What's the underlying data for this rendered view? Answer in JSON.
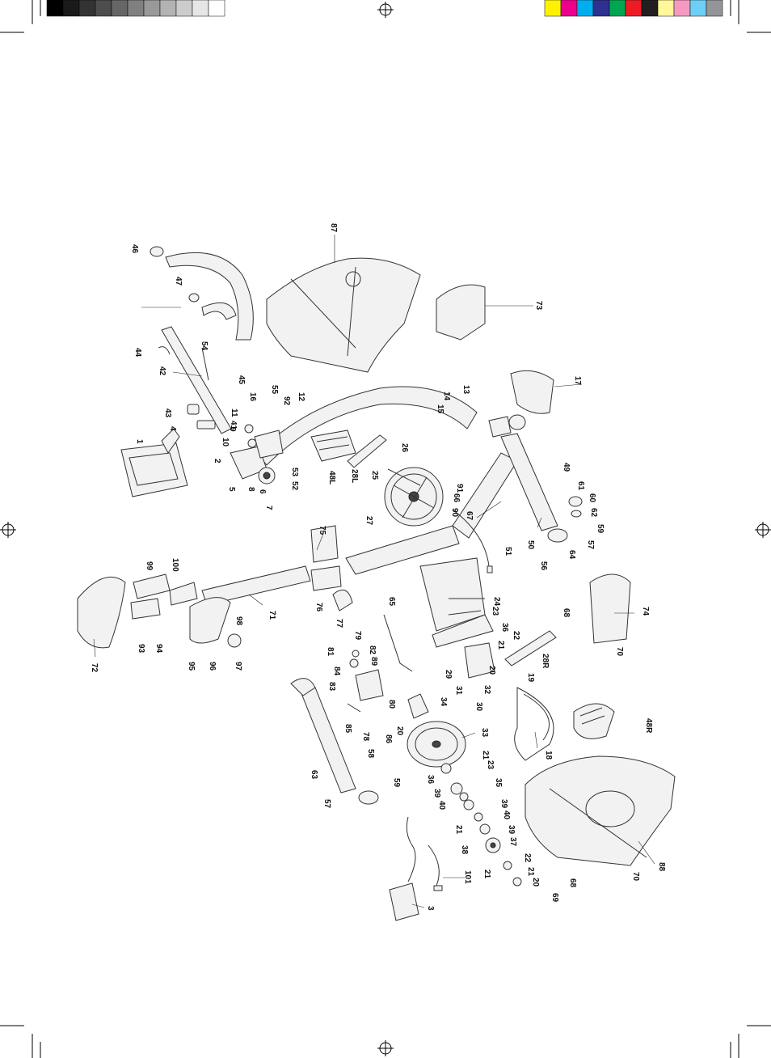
{
  "color_bar_left": [
    "#000000",
    "#1a1a1a",
    "#333333",
    "#4d4d4d",
    "#666666",
    "#808080",
    "#999999",
    "#b3b3b3",
    "#cccccc",
    "#e6e6e6",
    "#ffffff"
  ],
  "color_bar_right": [
    "#fff200",
    "#ec008c",
    "#00aeef",
    "#2e3192",
    "#00a651",
    "#ed1c24",
    "#231f20",
    "#fff799",
    "#f49ac1",
    "#6dcff6",
    "#939598"
  ],
  "callouts": {
    "c1": "1",
    "c2": "2",
    "c3": "3",
    "c4": "4",
    "c5": "5",
    "c6": "6",
    "c7": "7",
    "c8": "8",
    "c9": "9",
    "c10": "10",
    "c11": "11",
    "c12": "12",
    "c13": "13",
    "c14": "14",
    "c15": "15",
    "c16": "16",
    "c17": "17",
    "c18": "18",
    "c19": "19",
    "c20a": "20",
    "c20b": "20",
    "c20c": "20",
    "c21a": "21",
    "c21b": "21",
    "c21c": "21",
    "c21d": "21",
    "c21e": "21",
    "c22a": "22",
    "c22b": "22",
    "c23a": "23",
    "c23b": "23",
    "c24": "24",
    "c25": "25",
    "c26": "26",
    "c27": "27",
    "c28l": "28L",
    "c28r": "28R",
    "c29": "29",
    "c30": "30",
    "c31": "31",
    "c32": "32",
    "c33": "33",
    "c34": "34",
    "c35": "35",
    "c36a": "36",
    "c36b": "36",
    "c37": "37",
    "c38": "38",
    "c39a": "39",
    "c39b": "39",
    "c39c": "39",
    "c40a": "40",
    "c40b": "40",
    "c41": "41",
    "c42": "42",
    "c43": "43",
    "c44": "44",
    "c45": "45",
    "c46": "46",
    "c47": "47",
    "c48l": "48L",
    "c48r": "48R",
    "c49": "49",
    "c50": "50",
    "c51": "51",
    "c52": "52",
    "c53": "53",
    "c54": "54",
    "c55": "55",
    "c56": "56",
    "c57a": "57",
    "c57b": "57",
    "c58": "58",
    "c59a": "59",
    "c59b": "59",
    "c60": "60",
    "c61": "61",
    "c62": "62",
    "c63": "63",
    "c64": "64",
    "c65": "65",
    "c66": "66",
    "c67": "67",
    "c68a": "68",
    "c68b": "68",
    "c69": "69",
    "c70a": "70",
    "c70b": "70",
    "c71": "71",
    "c72": "72",
    "c73": "73",
    "c74": "74",
    "c75": "75",
    "c76": "76",
    "c77": "77",
    "c78": "78",
    "c79": "79",
    "c80": "80",
    "c81": "81",
    "c82": "82",
    "c83": "83",
    "c84": "84",
    "c85": "85",
    "c86": "86",
    "c87": "87",
    "c88": "88",
    "c89": "89",
    "c90": "90",
    "c91": "91",
    "c92": "92",
    "c93": "93",
    "c94": "94",
    "c95": "95",
    "c96": "96",
    "c97": "97",
    "c98": "98",
    "c99": "99",
    "c100": "100",
    "c101": "101"
  }
}
